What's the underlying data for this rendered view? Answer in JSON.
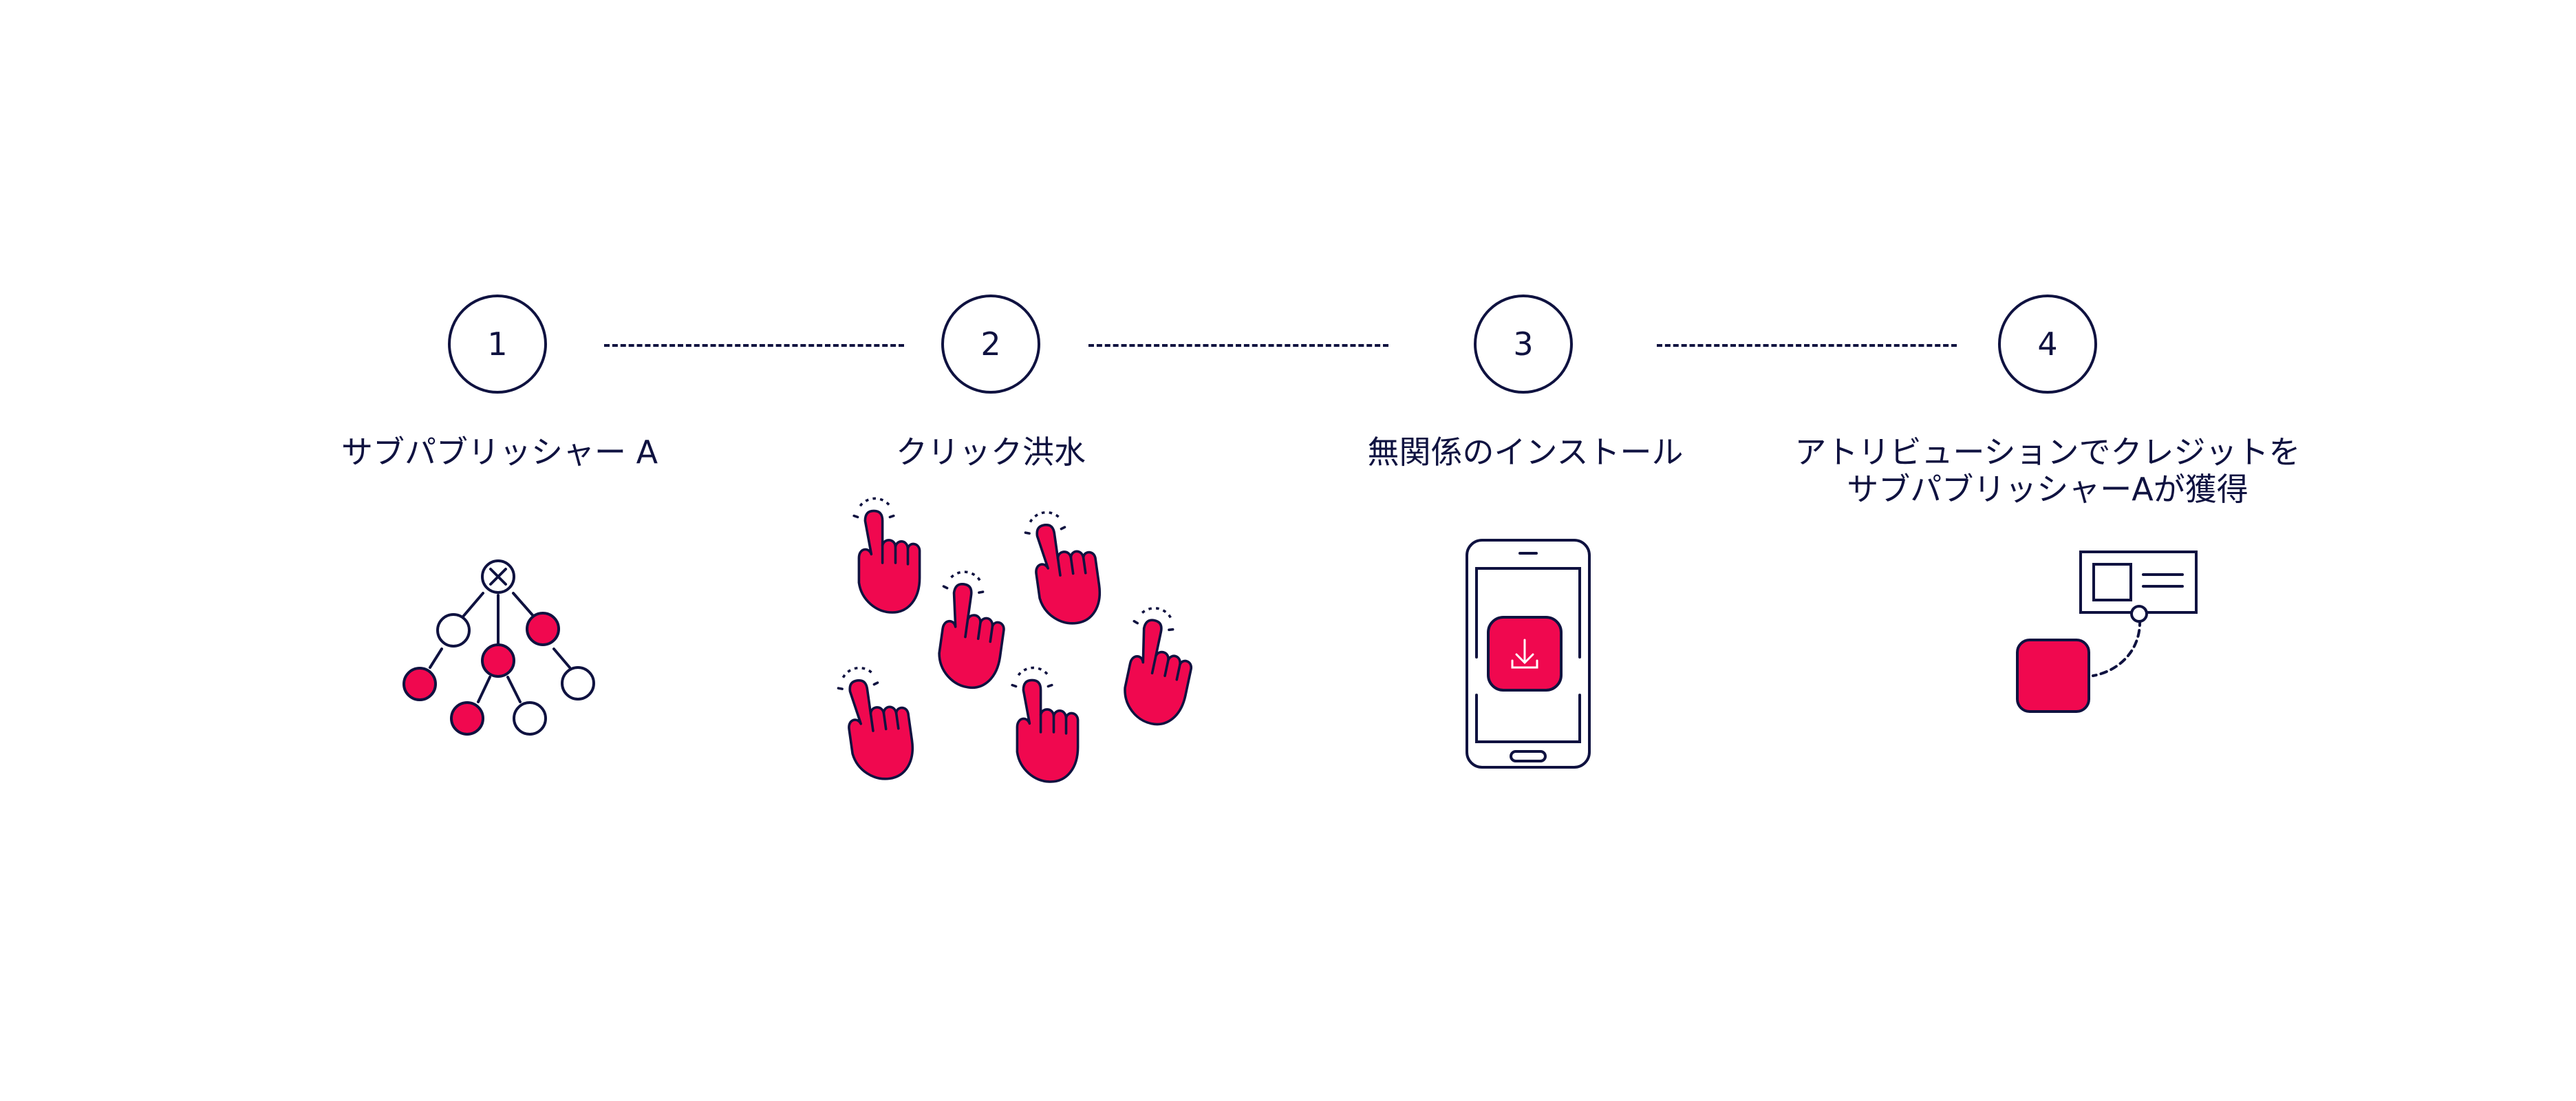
{
  "colors": {
    "navy": "#0f1240",
    "accent": "#f0084f",
    "background": "#ffffff"
  },
  "steps": [
    {
      "number": "1",
      "label_lines": [
        "サブパブリッシャー A"
      ],
      "icon": "network-tree-icon"
    },
    {
      "number": "2",
      "label_lines": [
        "クリック洪水"
      ],
      "icon": "tapping-hands-icon"
    },
    {
      "number": "3",
      "label_lines": [
        "無関係のインストール"
      ],
      "icon": "phone-download-icon"
    },
    {
      "number": "4",
      "label_lines": [
        "アトリビューションでクレジットを",
        "サブパブリッシャーAが獲得"
      ],
      "icon": "attribution-card-icon"
    }
  ]
}
